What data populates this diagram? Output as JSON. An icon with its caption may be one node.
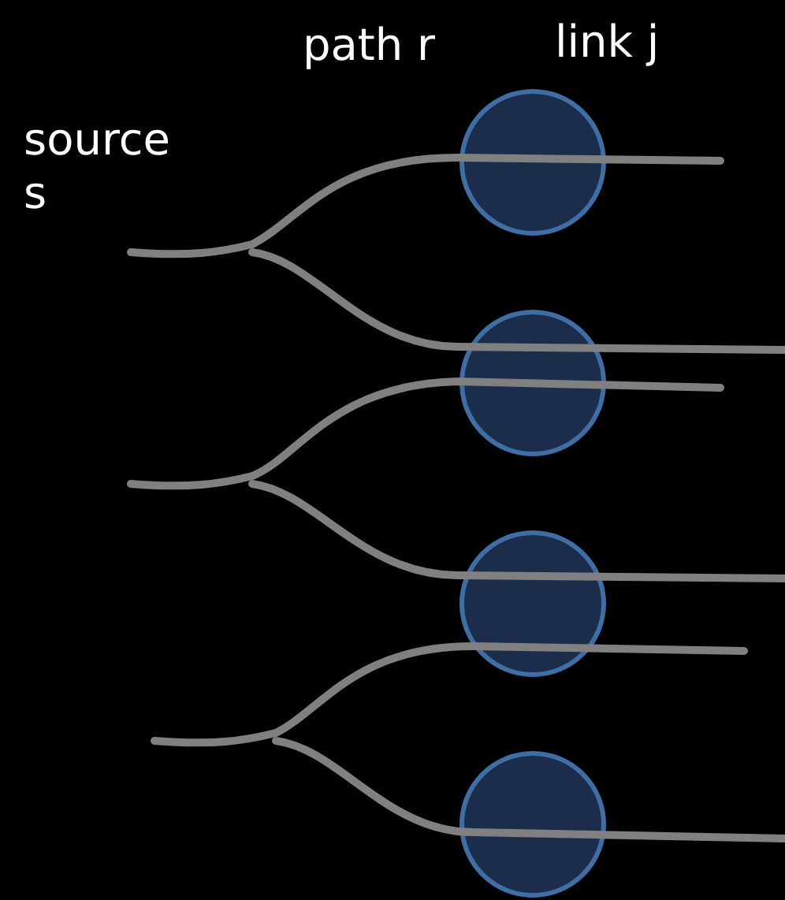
{
  "diagram": {
    "nodes": [
      {
        "text": [],
        "shape": "circle"
      },
      {
        "text": [],
        "shape": "circle"
      },
      {
        "text": [],
        "shape": "circle"
      },
      {
        "text": [],
        "shape": "circle"
      }
    ],
    "labels": [
      "source s",
      "path r",
      "link j"
    ]
  }
}
